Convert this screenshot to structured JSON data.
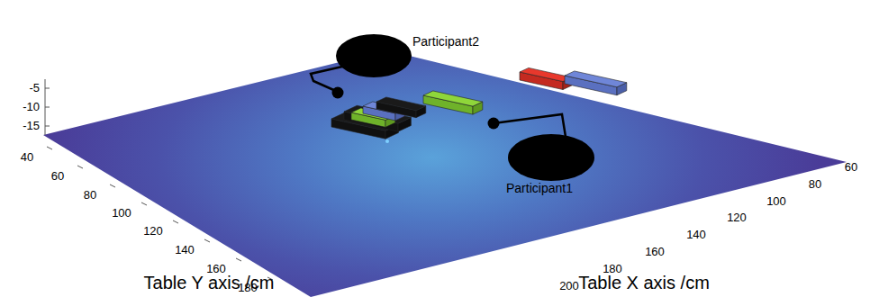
{
  "diagram": {
    "labels": [
      "-5",
      "-10",
      "-15",
      "40",
      "60",
      "80",
      "100",
      "120",
      "140",
      "160",
      "180",
      "60",
      "80",
      "100",
      "120",
      "140",
      "160",
      "180",
      "200",
      "Table Y axis /cm",
      "Table X axis /cm",
      "Participant2",
      "Participant1"
    ]
  }
}
